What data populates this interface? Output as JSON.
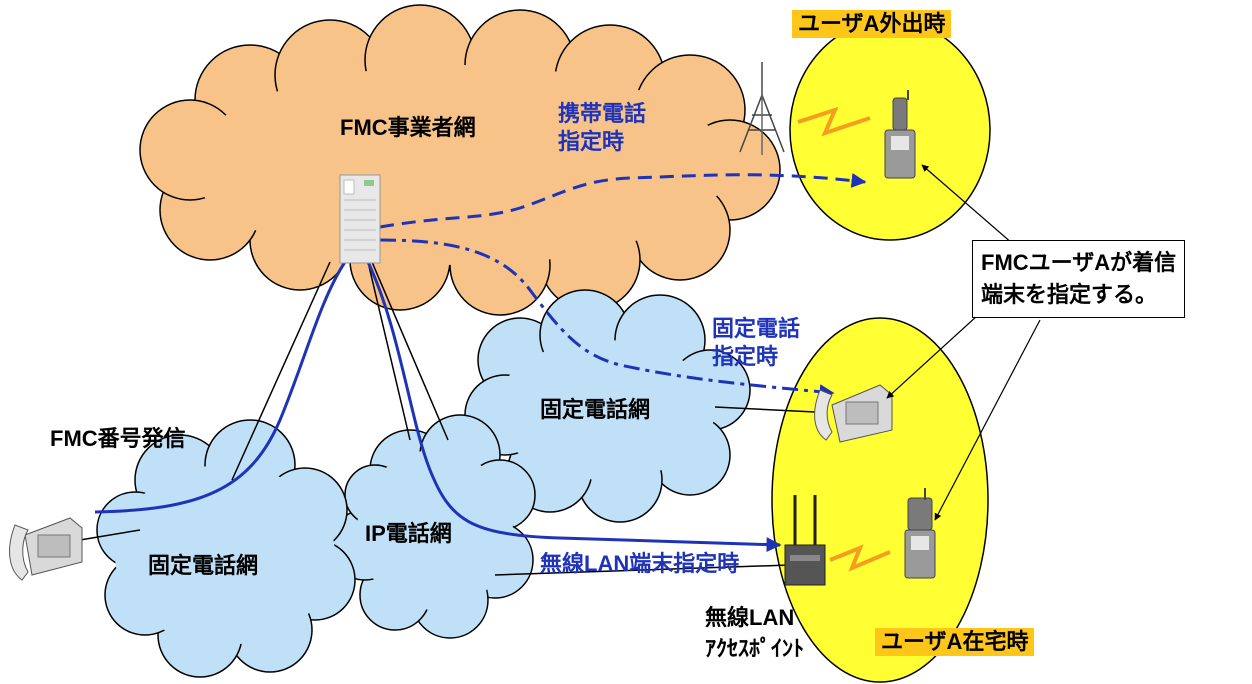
{
  "labels": {
    "fmc_carrier_network": "FMC事業者網",
    "mobile_designated": "携帯電話\n指定時",
    "fixed_designated": "固定電話\n指定時",
    "fixed_network_center": "固定電話網",
    "fixed_network_left": "固定電話網",
    "ip_network": "IP電話網",
    "fmc_number_call": "FMC番号発信",
    "wlan_designated": "無線LAN端末指定時",
    "wlan_access_point": "無線LAN\nｱｸｾｽﾎﾟｲﾝﾄ",
    "user_a_outside": "ユーザA外出時",
    "user_a_home": "ユーザA在宅時",
    "callout": "FMCユーザAが着信\n端末を指定する。"
  },
  "colors": {
    "cloud_orange": "#f7c389",
    "cloud_blue": "#bfe0f7",
    "zone_yellow": "#ffff33",
    "tag_orange": "#ffc61a",
    "route_blue": "#1f33b8",
    "signal_orange": "#f59d1e"
  },
  "icons": [
    "server-icon",
    "radio-tower-icon",
    "mobile-phone-icon",
    "desk-phone-icon",
    "wireless-router-icon",
    "signal-zigzag-icon"
  ]
}
